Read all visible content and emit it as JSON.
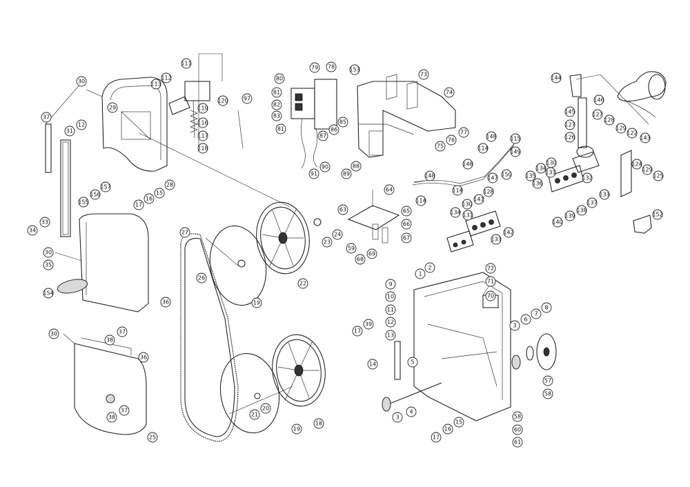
{
  "callouts": [
    {
      "id": "c30a",
      "label": "30"
    },
    {
      "id": "c37a",
      "label": "37"
    },
    {
      "id": "c31",
      "label": "31"
    },
    {
      "id": "c12a",
      "label": "12"
    },
    {
      "id": "c29",
      "label": "29"
    },
    {
      "id": "c28",
      "label": "28"
    },
    {
      "id": "c16a",
      "label": "16"
    },
    {
      "id": "c17a",
      "label": "17"
    },
    {
      "id": "c15a",
      "label": "15"
    },
    {
      "id": "c113",
      "label": "113"
    },
    {
      "id": "c112",
      "label": "112"
    },
    {
      "id": "c111",
      "label": "111"
    },
    {
      "id": "c119",
      "label": "119"
    },
    {
      "id": "c120",
      "label": "120"
    },
    {
      "id": "c116",
      "label": "116"
    },
    {
      "id": "c117",
      "label": "117"
    },
    {
      "id": "c118",
      "label": "118"
    },
    {
      "id": "c97",
      "label": "97"
    },
    {
      "id": "c80",
      "label": "80"
    },
    {
      "id": "c79",
      "label": "79"
    },
    {
      "id": "c78",
      "label": "78"
    },
    {
      "id": "c153",
      "label": "153"
    },
    {
      "id": "c81a",
      "label": "81"
    },
    {
      "id": "c82",
      "label": "82"
    },
    {
      "id": "c83",
      "label": "83"
    },
    {
      "id": "c81b",
      "label": "81"
    },
    {
      "id": "c85",
      "label": "85"
    },
    {
      "id": "c86",
      "label": "86"
    },
    {
      "id": "c87",
      "label": "87"
    },
    {
      "id": "c91",
      "label": "91"
    },
    {
      "id": "c90",
      "label": "90"
    },
    {
      "id": "c89",
      "label": "89"
    },
    {
      "id": "c88",
      "label": "88"
    },
    {
      "id": "c73",
      "label": "73"
    },
    {
      "id": "c74",
      "label": "74"
    },
    {
      "id": "c77",
      "label": "77"
    },
    {
      "id": "c76",
      "label": "76"
    },
    {
      "id": "c75",
      "label": "75"
    },
    {
      "id": "c144",
      "label": "144"
    },
    {
      "id": "c146",
      "label": "146"
    },
    {
      "id": "c145",
      "label": "145"
    },
    {
      "id": "c127a",
      "label": "127"
    },
    {
      "id": "c127b",
      "label": "127"
    },
    {
      "id": "c128a",
      "label": "128"
    },
    {
      "id": "c129a",
      "label": "129"
    },
    {
      "id": "c126",
      "label": "126"
    },
    {
      "id": "c143",
      "label": "143"
    },
    {
      "id": "c122",
      "label": "122"
    },
    {
      "id": "c130a",
      "label": "130"
    },
    {
      "id": "c131a",
      "label": "131"
    },
    {
      "id": "c132",
      "label": "132"
    },
    {
      "id": "c133a",
      "label": "133"
    },
    {
      "id": "c134a",
      "label": "134"
    },
    {
      "id": "c135",
      "label": "135"
    },
    {
      "id": "c136",
      "label": "136"
    },
    {
      "id": "c137",
      "label": "137"
    },
    {
      "id": "c138",
      "label": "138"
    },
    {
      "id": "c139",
      "label": "139"
    },
    {
      "id": "c140",
      "label": "140"
    },
    {
      "id": "c124",
      "label": "124"
    },
    {
      "id": "c129b",
      "label": "129"
    },
    {
      "id": "c125",
      "label": "125"
    },
    {
      "id": "c152",
      "label": "152"
    },
    {
      "id": "c148a",
      "label": "148"
    },
    {
      "id": "c114a",
      "label": "114"
    },
    {
      "id": "c115",
      "label": "115"
    },
    {
      "id": "c149",
      "label": "149"
    },
    {
      "id": "c148b",
      "label": "148"
    },
    {
      "id": "c147",
      "label": "147"
    },
    {
      "id": "c150",
      "label": "150"
    },
    {
      "id": "c114b",
      "label": "114"
    },
    {
      "id": "c114c",
      "label": "114"
    },
    {
      "id": "c148c",
      "label": "148"
    },
    {
      "id": "c128b",
      "label": "128"
    },
    {
      "id": "c130b",
      "label": "130"
    },
    {
      "id": "c141",
      "label": "141"
    },
    {
      "id": "c131b",
      "label": "131"
    },
    {
      "id": "c134b",
      "label": "134"
    },
    {
      "id": "c142",
      "label": "142"
    },
    {
      "id": "c133b",
      "label": "133"
    },
    {
      "id": "c64",
      "label": "64"
    },
    {
      "id": "c63",
      "label": "63"
    },
    {
      "id": "c65",
      "label": "65"
    },
    {
      "id": "c66",
      "label": "66"
    },
    {
      "id": "c67",
      "label": "67"
    },
    {
      "id": "c59",
      "label": "59"
    },
    {
      "id": "c68",
      "label": "68"
    },
    {
      "id": "c69",
      "label": "69"
    },
    {
      "id": "c157",
      "label": "157"
    },
    {
      "id": "c156",
      "label": "156"
    },
    {
      "id": "c155",
      "label": "155"
    },
    {
      "id": "c33",
      "label": "33"
    },
    {
      "id": "c34",
      "label": "34"
    },
    {
      "id": "c30b",
      "label": "30"
    },
    {
      "id": "c35",
      "label": "35"
    },
    {
      "id": "c154",
      "label": "154"
    },
    {
      "id": "c36a",
      "label": "36"
    },
    {
      "id": "c38a",
      "label": "38"
    },
    {
      "id": "c37b",
      "label": "37"
    },
    {
      "id": "c27",
      "label": "27"
    },
    {
      "id": "c26",
      "label": "26"
    },
    {
      "id": "c19a",
      "label": "19"
    },
    {
      "id": "c22",
      "label": "22"
    },
    {
      "id": "c23",
      "label": "23"
    },
    {
      "id": "c24",
      "label": "24"
    },
    {
      "id": "c30c",
      "label": "30"
    },
    {
      "id": "c36b",
      "label": "36"
    },
    {
      "id": "c38b",
      "label": "38"
    },
    {
      "id": "c37c",
      "label": "37"
    },
    {
      "id": "c25",
      "label": "25"
    },
    {
      "id": "c21",
      "label": "21"
    },
    {
      "id": "c20",
      "label": "20"
    },
    {
      "id": "c19b",
      "label": "19"
    },
    {
      "id": "c18",
      "label": "18"
    },
    {
      "id": "c72",
      "label": "72"
    },
    {
      "id": "c71",
      "label": "71"
    },
    {
      "id": "c70",
      "label": "70"
    },
    {
      "id": "c1",
      "label": "1"
    },
    {
      "id": "c2",
      "label": "2"
    },
    {
      "id": "c9",
      "label": "9"
    },
    {
      "id": "c10",
      "label": "10"
    },
    {
      "id": "c11",
      "label": "11"
    },
    {
      "id": "c12b",
      "label": "12"
    },
    {
      "id": "c13",
      "label": "13"
    },
    {
      "id": "c17b",
      "label": "17"
    },
    {
      "id": "c39",
      "label": "39"
    },
    {
      "id": "c14",
      "label": "14"
    },
    {
      "id": "c5",
      "label": "5"
    },
    {
      "id": "c3a",
      "label": "3"
    },
    {
      "id": "c4",
      "label": "4"
    },
    {
      "id": "c15b",
      "label": "15"
    },
    {
      "id": "c16b",
      "label": "16"
    },
    {
      "id": "c17c",
      "label": "17"
    },
    {
      "id": "c3b",
      "label": "3"
    },
    {
      "id": "c6",
      "label": "6"
    },
    {
      "id": "c7",
      "label": "7"
    },
    {
      "id": "c8",
      "label": "8"
    },
    {
      "id": "c57",
      "label": "57"
    },
    {
      "id": "c58a",
      "label": "58"
    },
    {
      "id": "c58b",
      "label": "58"
    },
    {
      "id": "c60",
      "label": "60"
    },
    {
      "id": "c61",
      "label": "61"
    }
  ]
}
